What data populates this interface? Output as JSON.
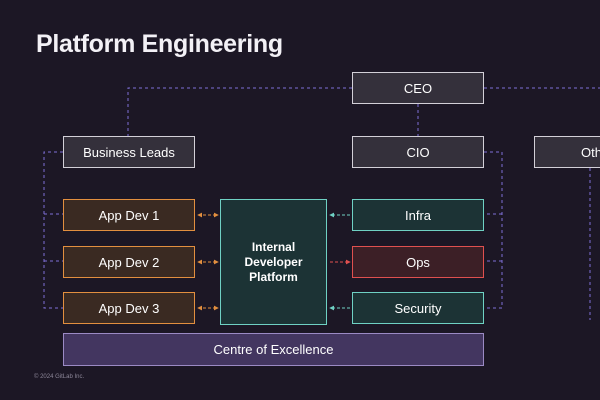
{
  "title": "Platform Engineering",
  "footer": "© 2024 GitLab Inc.",
  "nodes": {
    "ceo": "CEO",
    "business_leads": "Business Leads",
    "cio": "CIO",
    "other": "Oth",
    "app_dev_1": "App Dev 1",
    "app_dev_2": "App Dev 2",
    "app_dev_3": "App Dev 3",
    "internal_developer_platform": "Internal\nDeveloper\nPlatform",
    "infra": "Infra",
    "ops": "Ops",
    "security": "Security",
    "centre_of_excellence": "Centre of Excellence"
  },
  "colors": {
    "background": "#1c1725",
    "connector_purple": "#7e6fd8",
    "app_dev_accent": "#e28f3f",
    "platform_accent": "#6fd1c4",
    "ops_accent": "#e0504f",
    "coe_fill": "#433660"
  }
}
